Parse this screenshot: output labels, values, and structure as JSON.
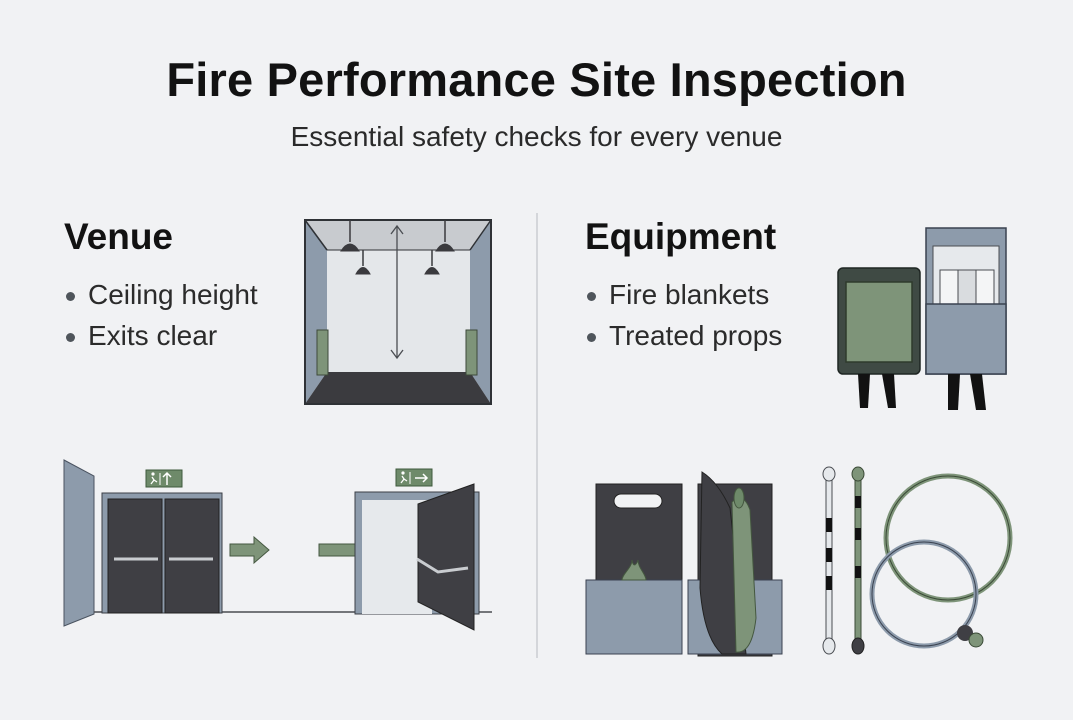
{
  "header": {
    "title": "Fire Performance Site Inspection",
    "subtitle": "Essential safety checks for every venue"
  },
  "venue": {
    "heading": "Venue",
    "items": [
      "Ceiling height",
      "Exits clear"
    ]
  },
  "equipment": {
    "heading": "Equipment",
    "items": [
      "Fire blankets",
      "Treated props"
    ]
  },
  "colors": {
    "slate_blue": "#8d9bab",
    "sage_green": "#7e9479",
    "charcoal": "#3f3f44",
    "exit_sign": "#6e8a6a"
  }
}
